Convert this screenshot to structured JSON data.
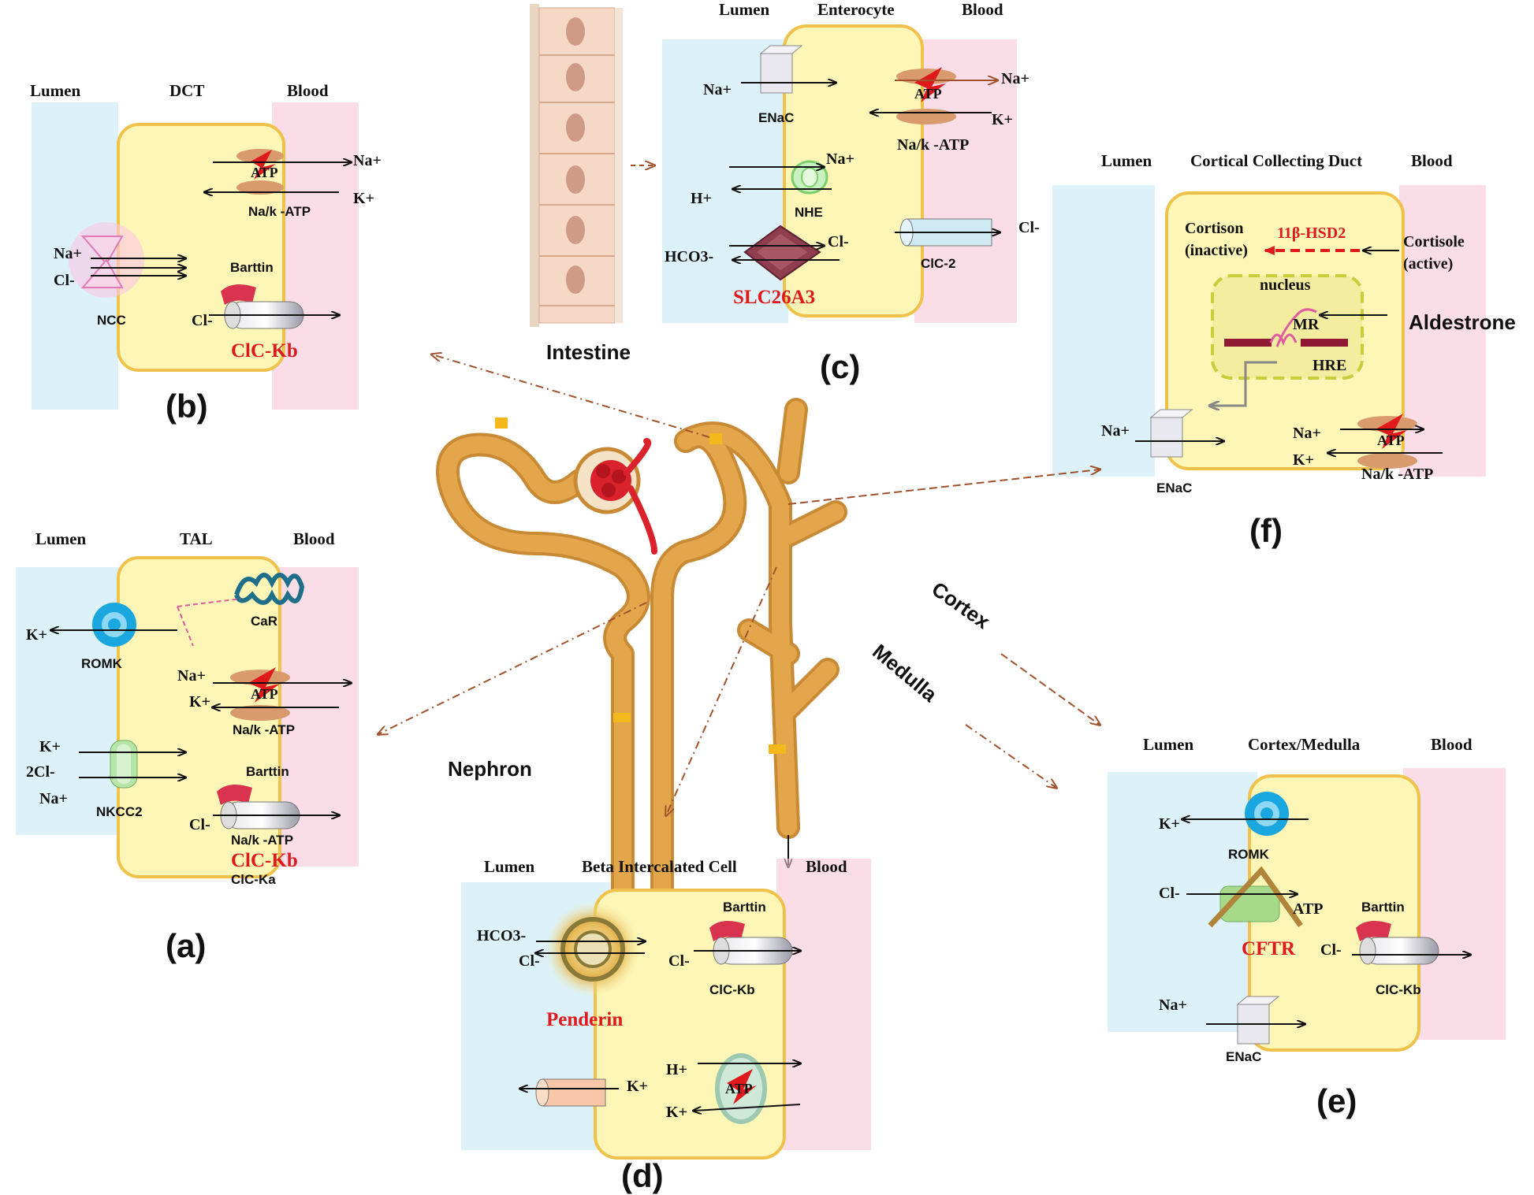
{
  "labels": {
    "lumen": "Lumen",
    "blood": "Blood",
    "na": "Na+",
    "k": "K+",
    "cl": "Cl-",
    "h": "H+",
    "hco3": "HCO3-",
    "atp": "ATP",
    "nak_atp": "Na/k -ATP",
    "barttin": "Barttin",
    "enac": "ENaC",
    "romk": "ROMK",
    "clc_kb": "ClC-Kb"
  },
  "panel_a": {
    "cell": "TAL",
    "caption": "(a)",
    "car": "CaR",
    "nkcc2": "NKCC2",
    "cl2": "2Cl-",
    "clc_ka": "ClC-Ka"
  },
  "panel_b": {
    "cell": "DCT",
    "caption": "(b)",
    "ncc": "NCC"
  },
  "panel_c": {
    "cell": "Enterocyte",
    "caption": "(c)",
    "nhe": "NHE",
    "slc": "SLC26A3",
    "clc2": "ClC-2",
    "intestine": "Intestine"
  },
  "panel_d": {
    "cell": "Beta Intercalated Cell",
    "caption": "(d)",
    "penderin": "Penderin"
  },
  "panel_e": {
    "cell": "Cortex/Medulla",
    "caption": "(e)",
    "cftr": "CFTR"
  },
  "panel_f": {
    "cell": "Cortical Collecting Duct",
    "caption": "(f)",
    "cortison": "Cortison",
    "inactive": "(inactive)",
    "hsd": "11β-HSD2",
    "cortisole": "Cortisole",
    "active": "(active)",
    "nucleus": "nucleus",
    "mr": "MR",
    "hre": "HRE",
    "aldestrone": "Aldestrone"
  },
  "center": {
    "nephron": "Nephron",
    "cortex": "Cortex",
    "medulla": "Medulla"
  },
  "colors": {
    "cell_fill": "#fdf6b6",
    "cell_stroke": "#f0c24c",
    "lumen_band": "#bfe8f3",
    "blood_band": "#f9c6d8",
    "tubule": "#e3a64a",
    "pump": "#d99a6e",
    "atp_bolt": "#e0191c",
    "romk": "#1aa7e0",
    "arrow_dashed": "#a0522d"
  }
}
